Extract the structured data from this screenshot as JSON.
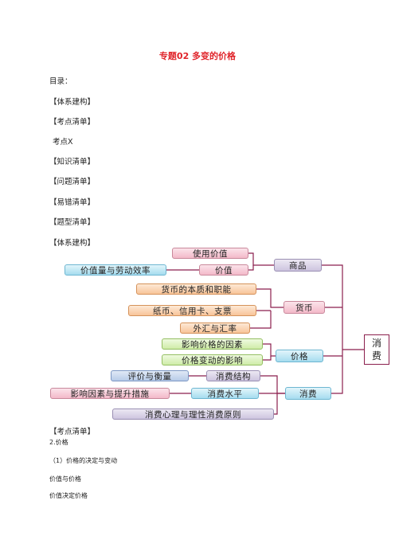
{
  "doc": {
    "title": "专题02 多变的价格",
    "toc_label": "目录：",
    "toc": [
      "【体系建构】",
      "【考点清单】",
      "考点X",
      "【知识清单】",
      "【问题清单】",
      "【易错清单】",
      "【题型清单】"
    ],
    "section_system": "【体系建构】",
    "section_points": "【考点清单】",
    "item1": "2.价格",
    "item2": "（1）价格的决定与变动",
    "item3": "价值与价格",
    "item4": "价值决定价格"
  },
  "diagram": {
    "root": "消费",
    "root_line1": "消",
    "root_line2": "费",
    "nodes": {
      "use_value": "使用价值",
      "value": "价值",
      "value_labor": "价值量与劳动效率",
      "commodity": "商品",
      "money_nature": "货币的本质和职能",
      "paper_money": "纸币、信用卡、支票",
      "forex": "外汇与汇率",
      "currency": "货币",
      "price_factors": "影响价格的因素",
      "price_effects": "价格变动的影响",
      "price": "价格",
      "evaluate": "评价与衡量",
      "structure": "消费结构",
      "factors_measures": "影响因素与提升措施",
      "level": "消费水平",
      "psychology": "消费心理与理性消费原则",
      "consumption": "消费"
    },
    "colors": {
      "line": "#8b1f4d",
      "title": "#e0242a"
    }
  }
}
